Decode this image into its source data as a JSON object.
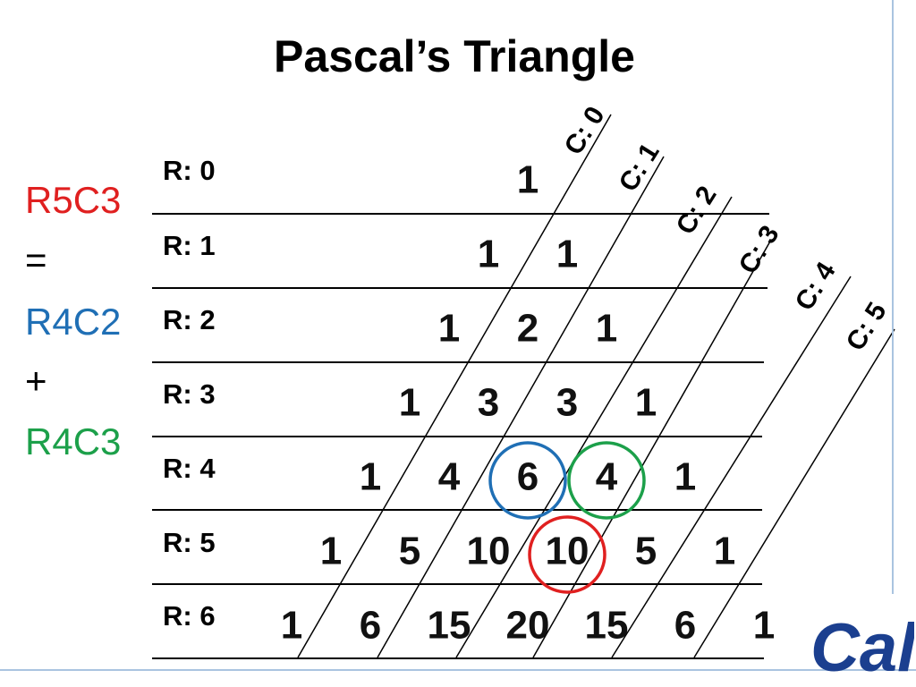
{
  "title": "Pascal’s Triangle",
  "equation": {
    "target": "R5C3",
    "equals": "=",
    "term1": "R4C2",
    "plus": "+",
    "term2": "R4C3",
    "colors": {
      "target": "#e02020",
      "term1": "#1f6fb5",
      "term2": "#1ca04a"
    }
  },
  "row_labels": [
    "R: 0",
    "R: 1",
    "R: 2",
    "R: 3",
    "R: 4",
    "R: 5",
    "R: 6"
  ],
  "col_labels": [
    "C: 0",
    "C: 1",
    "C: 2",
    "C: 3",
    "C: 4",
    "C: 5"
  ],
  "rows": [
    [
      "1"
    ],
    [
      "1",
      "1"
    ],
    [
      "1",
      "2",
      "1"
    ],
    [
      "1",
      "3",
      "3",
      "1"
    ],
    [
      "1",
      "4",
      "6",
      "4",
      "1"
    ],
    [
      "1",
      "5",
      "10",
      "10",
      "5",
      "1"
    ],
    [
      "1",
      "6",
      "15",
      "20",
      "15",
      "6",
      "1"
    ]
  ],
  "highlights": [
    {
      "row": 4,
      "col": 2,
      "color": "#1f6fb5"
    },
    {
      "row": 4,
      "col": 3,
      "color": "#1ca04a"
    },
    {
      "row": 5,
      "col": 3,
      "color": "#e02020"
    }
  ],
  "logo": {
    "text": "Cal",
    "color": "#1b3f8f"
  }
}
